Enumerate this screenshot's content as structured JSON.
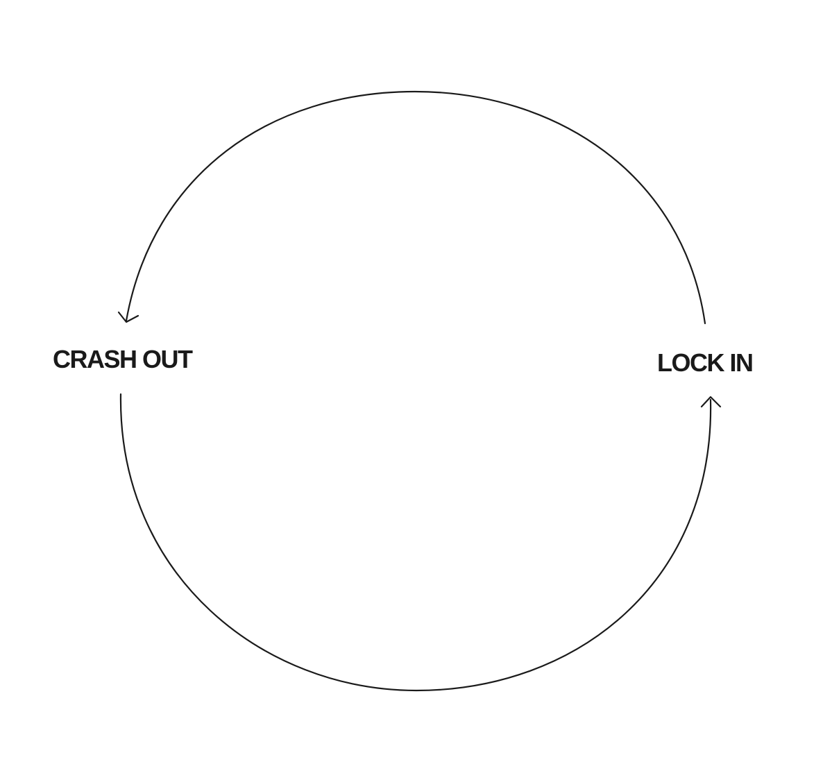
{
  "diagram": {
    "type": "cycle",
    "nodes": [
      {
        "id": "crash",
        "label": "CRASH OUT"
      },
      {
        "id": "lock",
        "label": "LOCK IN"
      }
    ],
    "edges": [
      {
        "from": "lock",
        "to": "crash",
        "path": "over the top"
      },
      {
        "from": "crash",
        "to": "lock",
        "path": "along the bottom"
      }
    ],
    "colors": {
      "ink": "#1a1a1a",
      "background": "#ffffff"
    }
  }
}
